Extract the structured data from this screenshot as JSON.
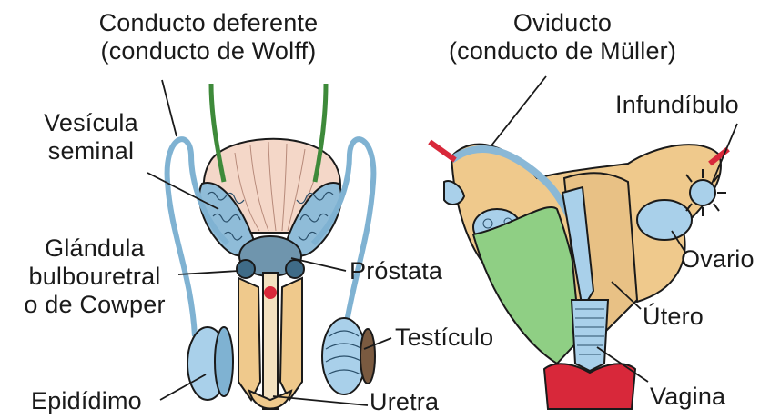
{
  "male": {
    "vas_deferens": {
      "line1": "Conducto deferente",
      "line2": "(conducto de Wolff)"
    },
    "seminal_vesicle": {
      "line1": "Vesícula",
      "line2": "seminal"
    },
    "bulbourethral_gland": {
      "line1": "Glándula",
      "line2": "bulbouretral",
      "line3": "o de Cowper"
    },
    "prostate": "Próstata",
    "testicle": "Testículo",
    "epididymis": "Epidídimo",
    "urethra": "Uretra"
  },
  "female": {
    "oviduct": {
      "line1": "Oviducto",
      "line2": "(conducto de Müller)"
    },
    "infundibulum": "Infundíbulo",
    "ovary": "Ovario",
    "uterus": "Útero",
    "vagina": "Vagina"
  },
  "colors": {
    "blue": "#a9d0ea",
    "pink": "#f4d7c8",
    "green": "#8fcf84",
    "tan": "#efc98c",
    "red": "#d8283a",
    "outline": "#1a1a1a"
  }
}
